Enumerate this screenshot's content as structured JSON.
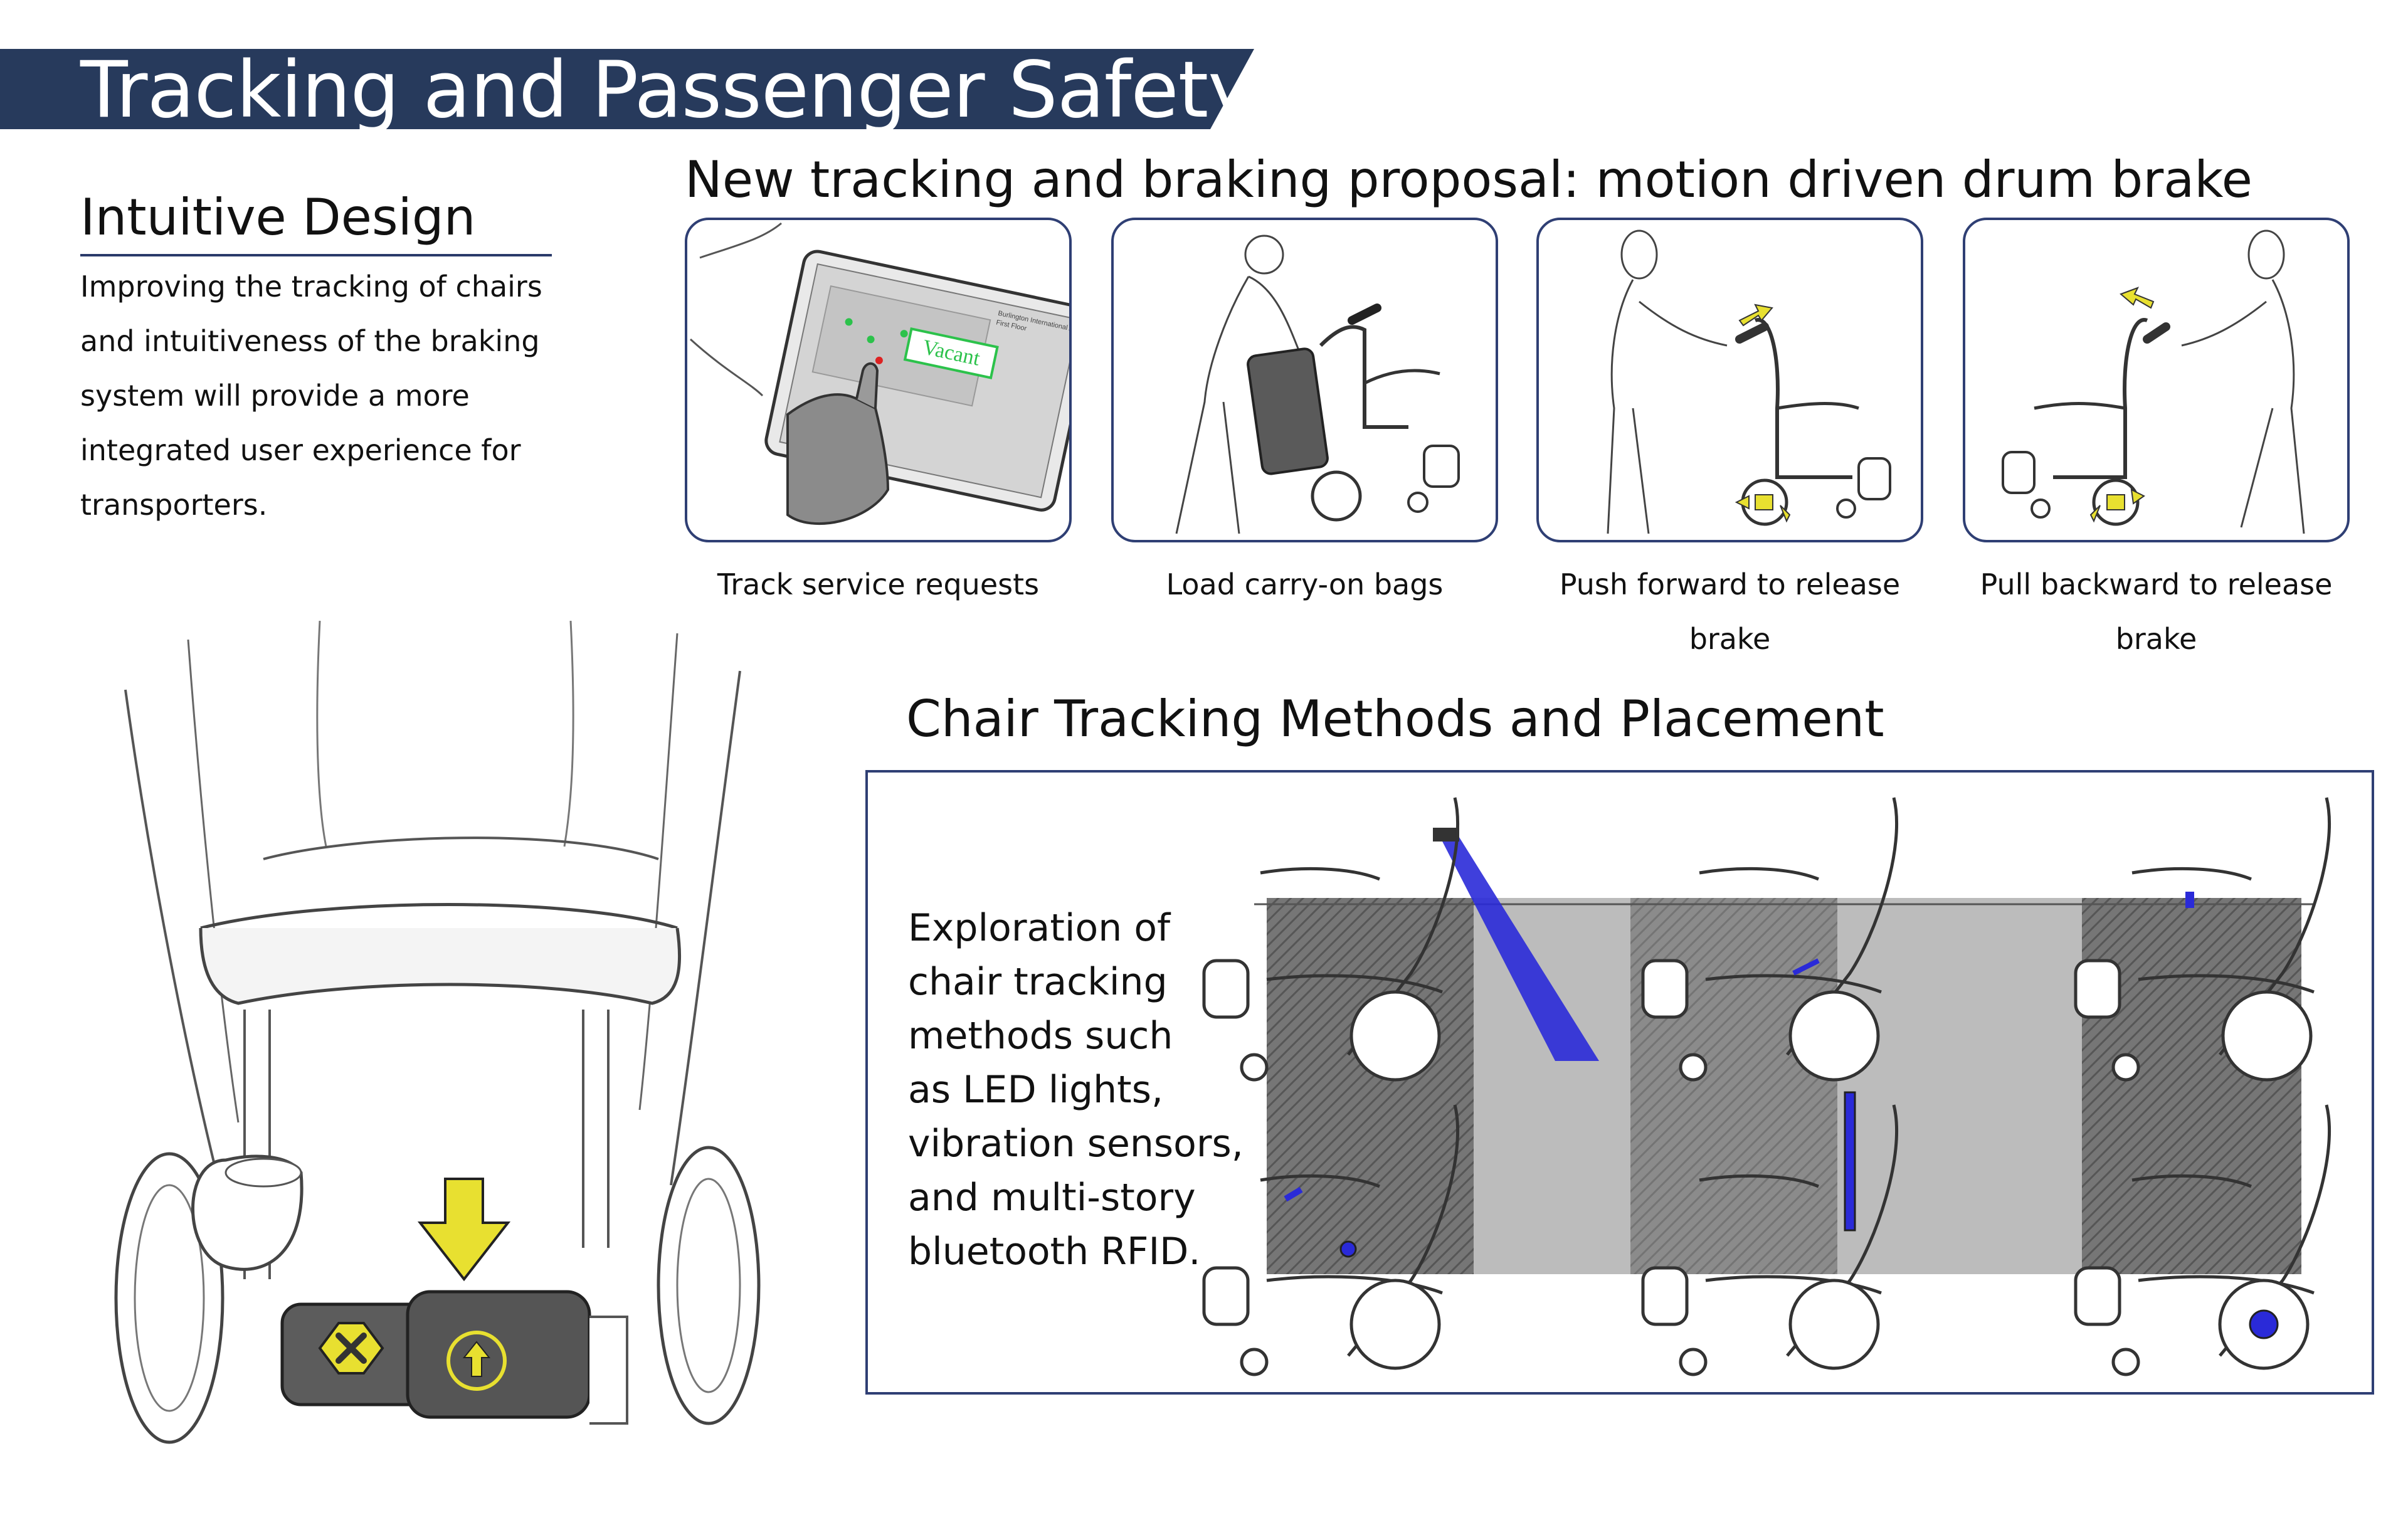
{
  "header": {
    "title": "Tracking and Passenger Safety"
  },
  "intro": {
    "heading": "Intuitive Design",
    "lines": [
      "Improving the tracking of chairs",
      "and intuitiveness of the braking",
      "system will provide a more",
      "integrated user experience for",
      "transporters."
    ]
  },
  "proposal": {
    "heading": "New tracking and braking proposal: motion driven drum brake",
    "panels": [
      {
        "caption_lines": [
          "Track service requests"
        ],
        "tablet_label": "Vacant",
        "map_title": "Burlington International Airport",
        "map_subtitle": "First Floor"
      },
      {
        "caption_lines": [
          "Load carry-on bags"
        ]
      },
      {
        "caption_lines": [
          "Push forward to release",
          "brake"
        ]
      },
      {
        "caption_lines": [
          "Pull backward to release",
          "brake"
        ]
      }
    ]
  },
  "tracking": {
    "heading": "Chair Tracking Methods and Placement",
    "lines": [
      "Exploration of",
      "chair tracking",
      "methods such",
      "as LED lights,",
      "vibration sensors,",
      "and multi-story",
      "bluetooth RFID."
    ]
  },
  "colors": {
    "banner": "#273a5c",
    "panel_border": "#2f3f74",
    "accent_yellow": "#e8e030",
    "tracking_blue": "#2a2ad8"
  }
}
